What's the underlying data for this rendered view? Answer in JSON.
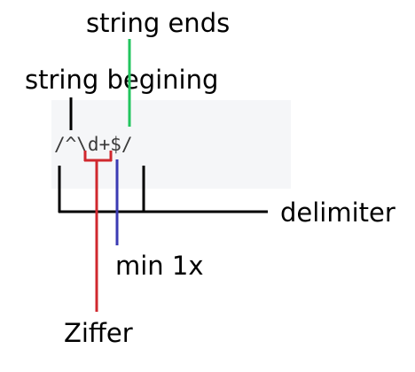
{
  "code": {
    "regex": "/^\\d+$/"
  },
  "labels": {
    "string_ends": "string ends",
    "string_begin": "string begining",
    "delimiter": "delimiter",
    "min_1x": "min 1x",
    "ziffer": "Ziffer"
  },
  "colors": {
    "string_ends": "#22c55e",
    "string_begin": "#000000",
    "delimiter": "#000000",
    "min_1x": "#3b3bb3",
    "ziffer": "#d0282e",
    "code_background": "#f5f6f8"
  }
}
